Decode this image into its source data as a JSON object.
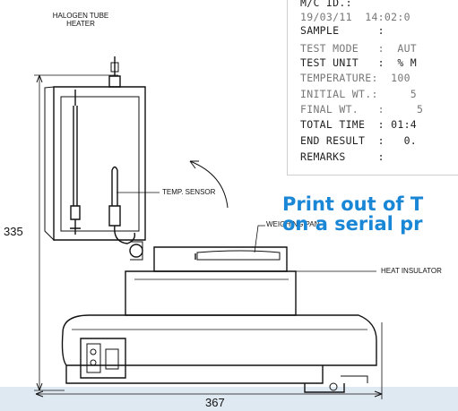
{
  "labels": {
    "heater": [
      "HALOGEN TUBE",
      "HEATER"
    ],
    "temp_sensor": "TEMP. SENSOR",
    "weighing_pan": "WEIGHING PAN",
    "heat_insulator": "HEAT INSULATOR"
  },
  "dimensions": {
    "height": "335",
    "width": "367"
  },
  "printout": {
    "lines": [
      "M/C ID.:",
      "19/03/11  14:02:0",
      "SAMPLE      :",
      "TEST MODE   :  AUT",
      "TEST UNIT   :  % M",
      "TEMPERATURE:  100",
      "INITIAL WT.:     5",
      "FINAL WT.   :     5",
      "TOTAL TIME  : 01:4",
      "END RESULT  :   0.",
      "REMARKS     :"
    ],
    "caption": [
      "Print out of T",
      "on a serial pr"
    ]
  },
  "colors": {
    "caption": "#1a86d6",
    "line_art": "#111111",
    "floor": "#dfe9f2"
  }
}
